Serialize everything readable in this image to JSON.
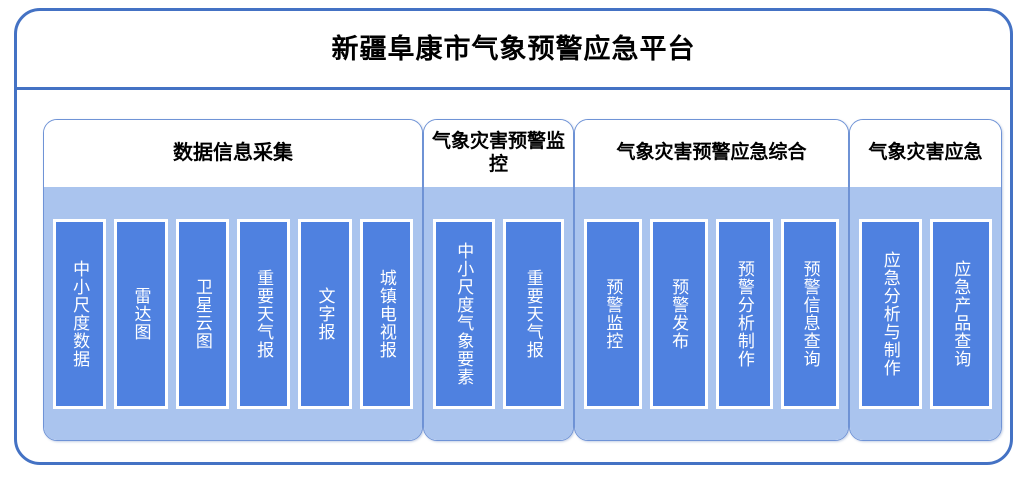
{
  "platform": {
    "title": "新疆阜康市气象预警应急平台",
    "frame_border_color": "#4472c4",
    "panel_body_color": "#aac4ee",
    "card_color": "#4f81e0",
    "card_text_color": "#ffffff"
  },
  "groups": [
    {
      "title": "数据信息采集",
      "cards": [
        {
          "label": "中小尺度数据"
        },
        {
          "label": "雷达图"
        },
        {
          "label": "卫星云图"
        },
        {
          "label": "重要天气报"
        },
        {
          "label": "文字报"
        },
        {
          "label": "城镇电视报"
        }
      ]
    },
    {
      "title": "气象灾害预警监控",
      "cards": [
        {
          "label": "中小尺度气象要素"
        },
        {
          "label": "重要天气报"
        }
      ]
    },
    {
      "title": "气象灾害预警应急综合",
      "cards": [
        {
          "label": "预警监控"
        },
        {
          "label": "预警发布"
        },
        {
          "label": "预警分析制作"
        },
        {
          "label": "预警信息查询"
        }
      ]
    },
    {
      "title": "气象灾害应急",
      "cards": [
        {
          "label": "应急分析与制作"
        },
        {
          "label": "应急产品查询"
        }
      ]
    }
  ]
}
